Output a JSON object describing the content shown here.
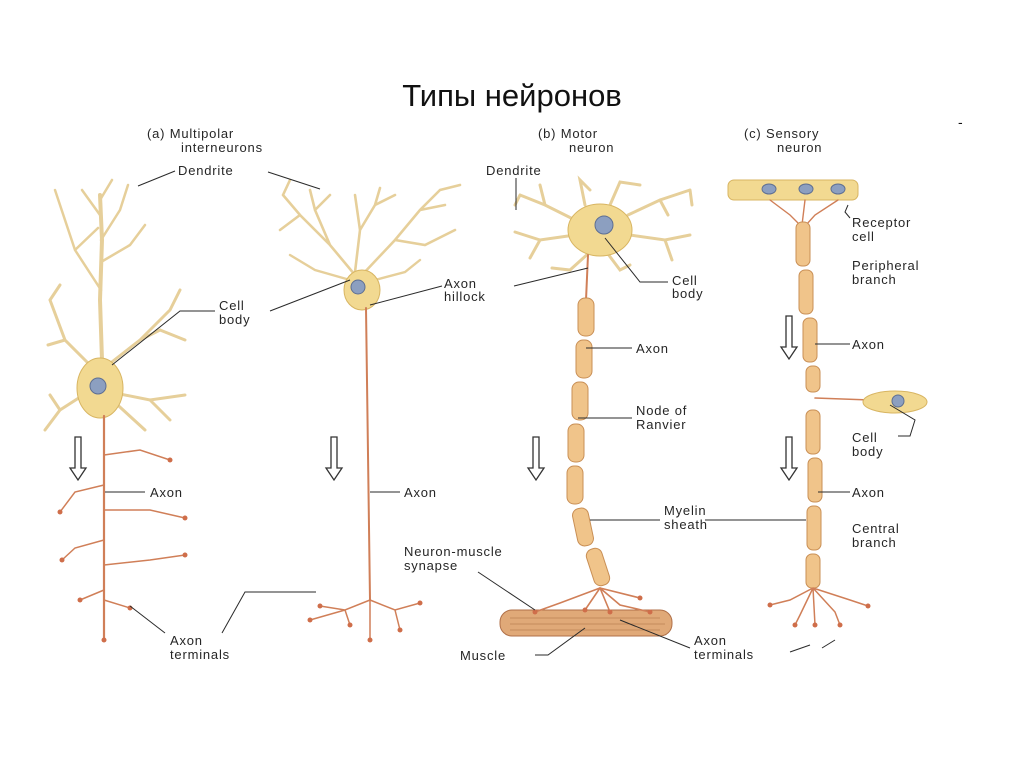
{
  "title": "Типы нейронов",
  "corner_mark": "-",
  "panels": {
    "a": {
      "line1": "(a) Multipolar",
      "line2": "interneurons"
    },
    "b": {
      "line1": "(b) Motor",
      "line2": "neuron"
    },
    "c": {
      "line1": "(c) Sensory",
      "line2": "neuron"
    }
  },
  "labels": {
    "dendrite_a": "Dendrite",
    "cell_body_a": {
      "line1": "Cell",
      "line2": "body"
    },
    "axon_hillock": {
      "line1": "Axon",
      "line2": "hillock"
    },
    "axon_a1": "Axon",
    "axon_a2": "Axon",
    "axon_terminals_a": {
      "line1": "Axon",
      "line2": "terminals"
    },
    "dendrite_b": "Dendrite",
    "cell_body_b": {
      "line1": "Cell",
      "line2": "body"
    },
    "axon_b": "Axon",
    "node_of_ranvier": {
      "line1": "Node of",
      "line2": "Ranvier"
    },
    "myelin_sheath": {
      "line1": "Myelin",
      "line2": "sheath"
    },
    "neuron_muscle_synapse": {
      "line1": "Neuron-muscle",
      "line2": "synapse"
    },
    "muscle": "Muscle",
    "axon_terminals_b": {
      "line1": "Axon",
      "line2": "terminals"
    },
    "receptor_cell": {
      "line1": "Receptor",
      "line2": "cell"
    },
    "peripheral_branch": {
      "line1": "Peripheral",
      "line2": "branch"
    },
    "axon_c1": "Axon",
    "cell_body_c": {
      "line1": "Cell",
      "line2": "body"
    },
    "axon_c2": "Axon",
    "central_branch": {
      "line1": "Central",
      "line2": "branch"
    }
  }
}
